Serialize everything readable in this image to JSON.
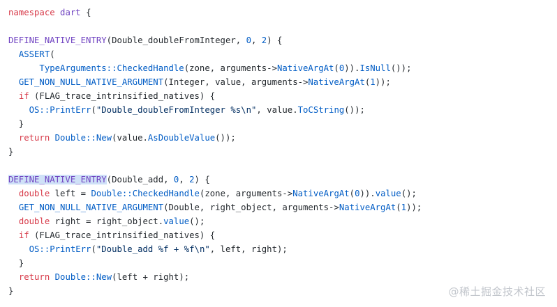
{
  "code_lines": [
    [
      {
        "t": "namespace",
        "c": "kw"
      },
      {
        "t": " ",
        "c": "plain"
      },
      {
        "t": "dart",
        "c": "id"
      },
      {
        "t": " {",
        "c": "plain"
      }
    ],
    [],
    [
      {
        "t": "DEFINE_NATIVE_ENTRY",
        "c": "id"
      },
      {
        "t": "(Double_doubleFromInteger, ",
        "c": "plain"
      },
      {
        "t": "0",
        "c": "num"
      },
      {
        "t": ", ",
        "c": "plain"
      },
      {
        "t": "2",
        "c": "num"
      },
      {
        "t": ") {",
        "c": "plain"
      }
    ],
    [
      {
        "t": "  ",
        "c": "plain"
      },
      {
        "t": "ASSERT",
        "c": "fn"
      },
      {
        "t": "(",
        "c": "plain"
      }
    ],
    [
      {
        "t": "      ",
        "c": "plain"
      },
      {
        "t": "TypeArguments::CheckedHandle",
        "c": "fn"
      },
      {
        "t": "(zone, arguments->",
        "c": "plain"
      },
      {
        "t": "NativeArgAt",
        "c": "fn"
      },
      {
        "t": "(",
        "c": "plain"
      },
      {
        "t": "0",
        "c": "num"
      },
      {
        "t": ")).",
        "c": "plain"
      },
      {
        "t": "IsNull",
        "c": "fn"
      },
      {
        "t": "());",
        "c": "plain"
      }
    ],
    [
      {
        "t": "  ",
        "c": "plain"
      },
      {
        "t": "GET_NON_NULL_NATIVE_ARGUMENT",
        "c": "fn"
      },
      {
        "t": "(Integer, value, arguments->",
        "c": "plain"
      },
      {
        "t": "NativeArgAt",
        "c": "fn"
      },
      {
        "t": "(",
        "c": "plain"
      },
      {
        "t": "1",
        "c": "num"
      },
      {
        "t": "));",
        "c": "plain"
      }
    ],
    [
      {
        "t": "  ",
        "c": "plain"
      },
      {
        "t": "if",
        "c": "kw"
      },
      {
        "t": " (FLAG_trace_intrinsified_natives) {",
        "c": "plain"
      }
    ],
    [
      {
        "t": "    ",
        "c": "plain"
      },
      {
        "t": "OS::PrintErr",
        "c": "fn"
      },
      {
        "t": "(",
        "c": "plain"
      },
      {
        "t": "\"Double_doubleFromInteger %s\\n\"",
        "c": "str"
      },
      {
        "t": ", value.",
        "c": "plain"
      },
      {
        "t": "ToCString",
        "c": "fn"
      },
      {
        "t": "());",
        "c": "plain"
      }
    ],
    [
      {
        "t": "  }",
        "c": "plain"
      }
    ],
    [
      {
        "t": "  ",
        "c": "plain"
      },
      {
        "t": "return",
        "c": "kw"
      },
      {
        "t": " ",
        "c": "plain"
      },
      {
        "t": "Double::New",
        "c": "fn"
      },
      {
        "t": "(value.",
        "c": "plain"
      },
      {
        "t": "AsDoubleValue",
        "c": "fn"
      },
      {
        "t": "());",
        "c": "plain"
      }
    ],
    [
      {
        "t": "}",
        "c": "plain"
      }
    ],
    [],
    [
      {
        "t": "DEFINE_NATIVE_ENTRY",
        "c": "id hl"
      },
      {
        "t": "(Double_add, ",
        "c": "plain"
      },
      {
        "t": "0",
        "c": "num"
      },
      {
        "t": ", ",
        "c": "plain"
      },
      {
        "t": "2",
        "c": "num"
      },
      {
        "t": ") {",
        "c": "plain"
      }
    ],
    [
      {
        "t": "  ",
        "c": "plain"
      },
      {
        "t": "double",
        "c": "kw"
      },
      {
        "t": " left = ",
        "c": "plain"
      },
      {
        "t": "Double::CheckedHandle",
        "c": "fn"
      },
      {
        "t": "(zone, arguments->",
        "c": "plain"
      },
      {
        "t": "NativeArgAt",
        "c": "fn"
      },
      {
        "t": "(",
        "c": "plain"
      },
      {
        "t": "0",
        "c": "num"
      },
      {
        "t": ")).",
        "c": "plain"
      },
      {
        "t": "value",
        "c": "fn"
      },
      {
        "t": "();",
        "c": "plain"
      }
    ],
    [
      {
        "t": "  ",
        "c": "plain"
      },
      {
        "t": "GET_NON_NULL_NATIVE_ARGUMENT",
        "c": "fn"
      },
      {
        "t": "(Double, right_object, arguments->",
        "c": "plain"
      },
      {
        "t": "NativeArgAt",
        "c": "fn"
      },
      {
        "t": "(",
        "c": "plain"
      },
      {
        "t": "1",
        "c": "num"
      },
      {
        "t": "));",
        "c": "plain"
      }
    ],
    [
      {
        "t": "  ",
        "c": "plain"
      },
      {
        "t": "double",
        "c": "kw"
      },
      {
        "t": " right = right_object.",
        "c": "plain"
      },
      {
        "t": "value",
        "c": "fn"
      },
      {
        "t": "();",
        "c": "plain"
      }
    ],
    [
      {
        "t": "  ",
        "c": "plain"
      },
      {
        "t": "if",
        "c": "kw"
      },
      {
        "t": " (FLAG_trace_intrinsified_natives) {",
        "c": "plain"
      }
    ],
    [
      {
        "t": "    ",
        "c": "plain"
      },
      {
        "t": "OS::PrintErr",
        "c": "fn"
      },
      {
        "t": "(",
        "c": "plain"
      },
      {
        "t": "\"Double_add %f + %f\\n\"",
        "c": "str"
      },
      {
        "t": ", left, right);",
        "c": "plain"
      }
    ],
    [
      {
        "t": "  }",
        "c": "plain"
      }
    ],
    [
      {
        "t": "  ",
        "c": "plain"
      },
      {
        "t": "return",
        "c": "kw"
      },
      {
        "t": " ",
        "c": "plain"
      },
      {
        "t": "Double::New",
        "c": "fn"
      },
      {
        "t": "(left + right);",
        "c": "plain"
      }
    ],
    [
      {
        "t": "}",
        "c": "plain"
      }
    ]
  ],
  "watermark": "@稀土掘金技术社区"
}
